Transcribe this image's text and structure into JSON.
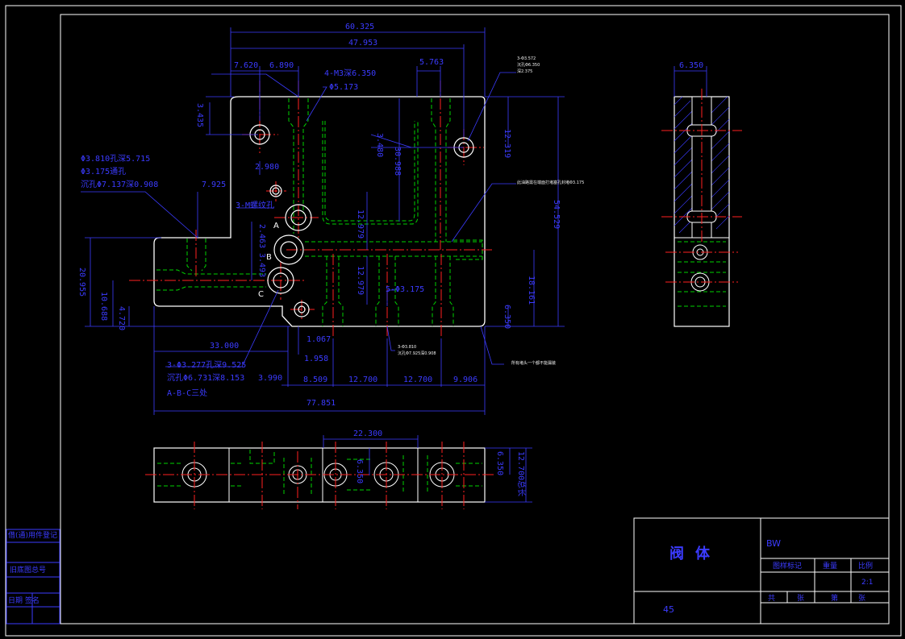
{
  "drawing": {
    "colors": {
      "background": "#000000",
      "outline": "#ffffff",
      "hidden": "#00d200",
      "center": "#ff2020",
      "dimension": "#3b3bff"
    },
    "front_view": {
      "dims_top": [
        "60.325",
        "47.953",
        "7.620",
        "6.890",
        "5.763"
      ],
      "callout_holes": "4-M3深6.350",
      "callout_dia": "Φ5.173",
      "dims_right": [
        "12.319",
        "54.529",
        "18.161",
        "6.350"
      ],
      "dims_inner": [
        "3.480",
        "30.988",
        "2.980",
        "12.979",
        "12.979",
        "2.463",
        "3.493",
        "3.435",
        "7.925"
      ],
      "dims_left": [
        "20.955",
        "10.688",
        "4.720"
      ],
      "dims_bottom": [
        "33.000",
        "1.067",
        "1.958",
        "3.990",
        "8.509",
        "12.700",
        "12.700",
        "9.906",
        "77.851"
      ],
      "callout_left_1": "Φ3.810孔深5.715",
      "callout_left_2": "Φ3.175通孔",
      "callout_left_3": "沉孔Φ7.137深0.908",
      "callout_thread": "3-M螺纹孔",
      "callout_bottom_1": "3-Φ3.277孔深9.525",
      "callout_bottom_2": "沉孔Φ6.731深8.153",
      "callout_bottom_3": "A-B-C三处",
      "callout_mid": "5-Φ3.175",
      "callout_small_1": "3-Φ3.572",
      "callout_small_2": "沉孔Φ6.350",
      "callout_small_3": "深2.375",
      "callout_small_4": "3-Φ3.810",
      "callout_small_5": "沉孔Φ7.925深0.908",
      "note_right": "此油路需在端面打堵塞孔封堵Φ3.175",
      "note_bottom": "所有堵头一个都不能漏装",
      "point_labels": [
        "A",
        "B",
        "C"
      ]
    },
    "side_view": {
      "dim_top": "6.350"
    },
    "bottom_view": {
      "dim_top": "22.300",
      "dim_mid": "6.350",
      "dims_right": [
        "6.350",
        "12.700总长"
      ]
    }
  },
  "title_block": {
    "part_name": "阀体",
    "designer_code": "BW",
    "material": "45",
    "headers": [
      "图样标记",
      "重量",
      "比例"
    ],
    "scale": "2:1",
    "footer": [
      "共",
      "张",
      "第",
      "张"
    ]
  },
  "side_table": {
    "rows": [
      "借(通)用件登记",
      "旧底图总号",
      "日期 签名"
    ]
  }
}
